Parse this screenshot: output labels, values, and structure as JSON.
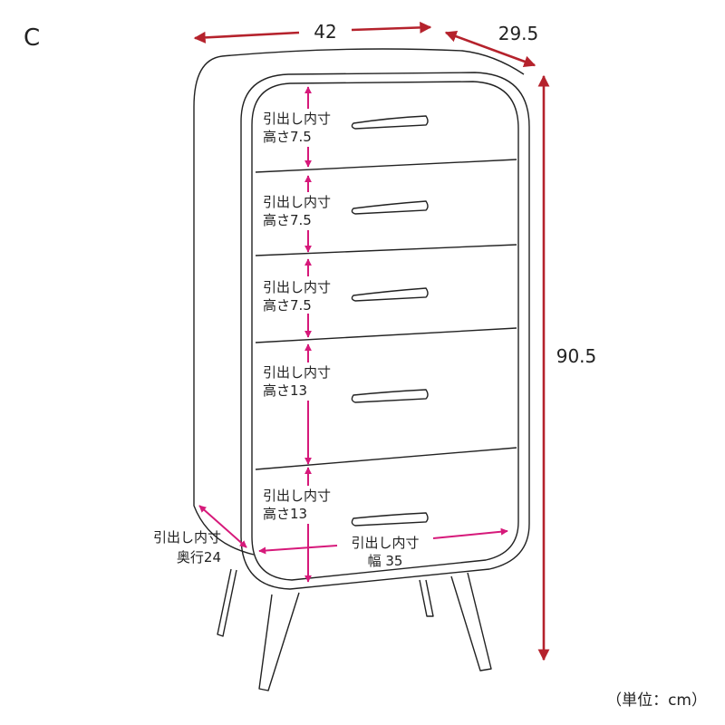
{
  "figure": {
    "label": "C",
    "unit_note": "（単位：cm）"
  },
  "overall": {
    "width": "42",
    "depth": "29.5",
    "height": "90.5"
  },
  "drawers": [
    {
      "line1": "引出し内寸",
      "line2": "高さ7.5"
    },
    {
      "line1": "引出し内寸",
      "line2": "高さ7.5"
    },
    {
      "line1": "引出し内寸",
      "line2": "高さ7.5"
    },
    {
      "line1": "引出し内寸",
      "line2": "高さ13"
    },
    {
      "line1": "引出し内寸",
      "line2": "高さ13"
    }
  ],
  "inner_width": {
    "line1": "引出し内寸",
    "line2": "幅 35"
  },
  "inner_depth": {
    "line1": "引出し内寸",
    "line2": "奥行24"
  },
  "colors": {
    "outer_dimension": "#b5222c",
    "inner_dimension": "#d6197a",
    "outline": "#222222"
  }
}
